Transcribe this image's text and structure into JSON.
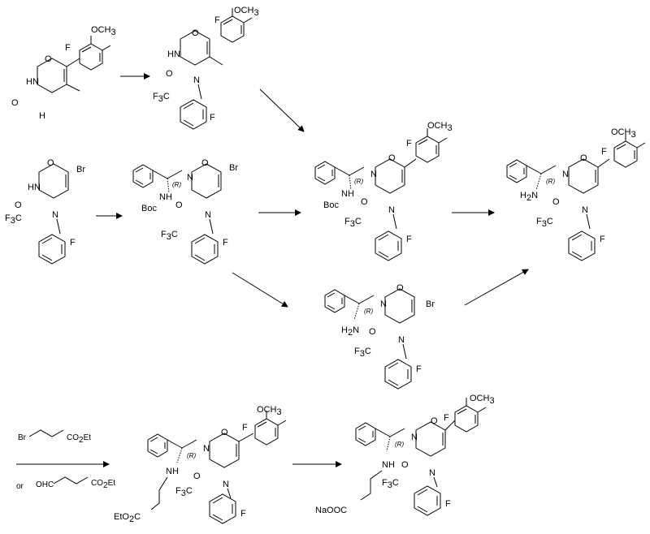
{
  "labels": {
    "methoxy": "OCH",
    "methoxy_sub": "3",
    "fluoro": "F",
    "oxo": "O",
    "amide_nh": "HN",
    "ring_nh": "H",
    "ring_n": "N",
    "bromo": "Br",
    "trifluoromethyl": "F",
    "trifluoromethyl_sub": "3",
    "trifluoromethyl_c": "C",
    "boc_amine": "NH",
    "boc": "Boc",
    "free_amine": "H",
    "free_amine_sub": "2",
    "free_amine_n": "N",
    "stereo": "(R)",
    "secondary_amine": "NH",
    "ethyl_ester_prefix": "EtO",
    "ethyl_ester_sub": "2",
    "ethyl_ester_c": "C",
    "sodium_salt": "NaOOC"
  },
  "reagents": {
    "bromo_reagent": "Br",
    "bromo_ester": "CO",
    "bromo_ester_sub": "2",
    "bromo_ester_end": "Et",
    "or": "or",
    "aldehyde_reagent": "OHC",
    "aldehyde_ester": "CO",
    "aldehyde_ester_sub": "2",
    "aldehyde_ester_end": "Et"
  }
}
